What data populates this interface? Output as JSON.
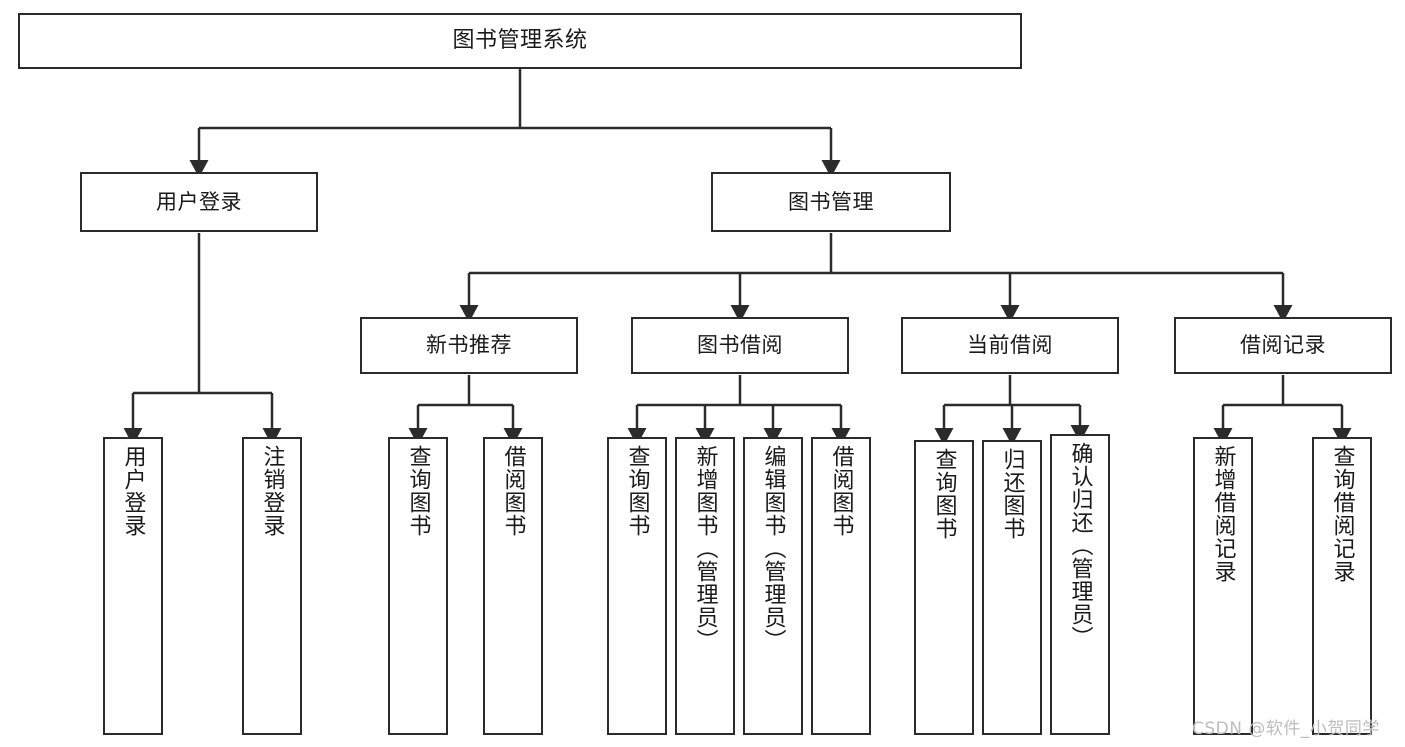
{
  "diagram": {
    "title": "图书管理系统",
    "type": "hierarchy-tree",
    "stroke_color": "#2b2b2b",
    "fill_color": "#ffffff",
    "text_color": "#1a1a1a",
    "nodes": {
      "root": {
        "label": "图书管理系统",
        "level": 0
      },
      "l1a": {
        "label": "用户登录",
        "level": 1
      },
      "l1b": {
        "label": "图书管理",
        "level": 1
      },
      "l2a": {
        "label": "新书推荐",
        "level": 2
      },
      "l2b": {
        "label": "图书借阅",
        "level": 2
      },
      "l2c": {
        "label": "当前借阅",
        "level": 2
      },
      "l2d": {
        "label": "借阅记录",
        "level": 2
      },
      "leaf01": {
        "label": "用户登录",
        "level": 3
      },
      "leaf02": {
        "label": "注销登录",
        "level": 3
      },
      "leaf03": {
        "label": "查询图书",
        "level": 3
      },
      "leaf04": {
        "label": "借阅图书",
        "level": 3
      },
      "leaf05": {
        "label": "查询图书",
        "level": 3
      },
      "leaf06": {
        "label": "新增图书（管理员）",
        "level": 3
      },
      "leaf07": {
        "label": "编辑图书（管理员）",
        "level": 3
      },
      "leaf08": {
        "label": "借阅图书",
        "level": 3
      },
      "leaf09": {
        "label": "查询图书",
        "level": 3
      },
      "leaf10": {
        "label": "归还图书",
        "level": 3
      },
      "leaf11": {
        "label": "确认归还（管理员）",
        "level": 3
      },
      "leaf12": {
        "label": "新增借阅记录",
        "level": 3
      },
      "leaf13": {
        "label": "查询借阅记录",
        "level": 3
      }
    },
    "edges": [
      {
        "from": "root",
        "to": "l1a"
      },
      {
        "from": "root",
        "to": "l1b"
      },
      {
        "from": "l1a",
        "to": "leaf01"
      },
      {
        "from": "l1a",
        "to": "leaf02"
      },
      {
        "from": "l1b",
        "to": "l2a"
      },
      {
        "from": "l1b",
        "to": "l2b"
      },
      {
        "from": "l1b",
        "to": "l2c"
      },
      {
        "from": "l1b",
        "to": "l2d"
      },
      {
        "from": "l2a",
        "to": "leaf03"
      },
      {
        "from": "l2a",
        "to": "leaf04"
      },
      {
        "from": "l2b",
        "to": "leaf05"
      },
      {
        "from": "l2b",
        "to": "leaf06"
      },
      {
        "from": "l2b",
        "to": "leaf07"
      },
      {
        "from": "l2b",
        "to": "leaf08"
      },
      {
        "from": "l2c",
        "to": "leaf09"
      },
      {
        "from": "l2c",
        "to": "leaf10"
      },
      {
        "from": "l2c",
        "to": "leaf11"
      },
      {
        "from": "l2d",
        "to": "leaf12"
      },
      {
        "from": "l2d",
        "to": "leaf13"
      }
    ]
  },
  "watermark": {
    "text": "CSDN @软件_小贺同学"
  }
}
